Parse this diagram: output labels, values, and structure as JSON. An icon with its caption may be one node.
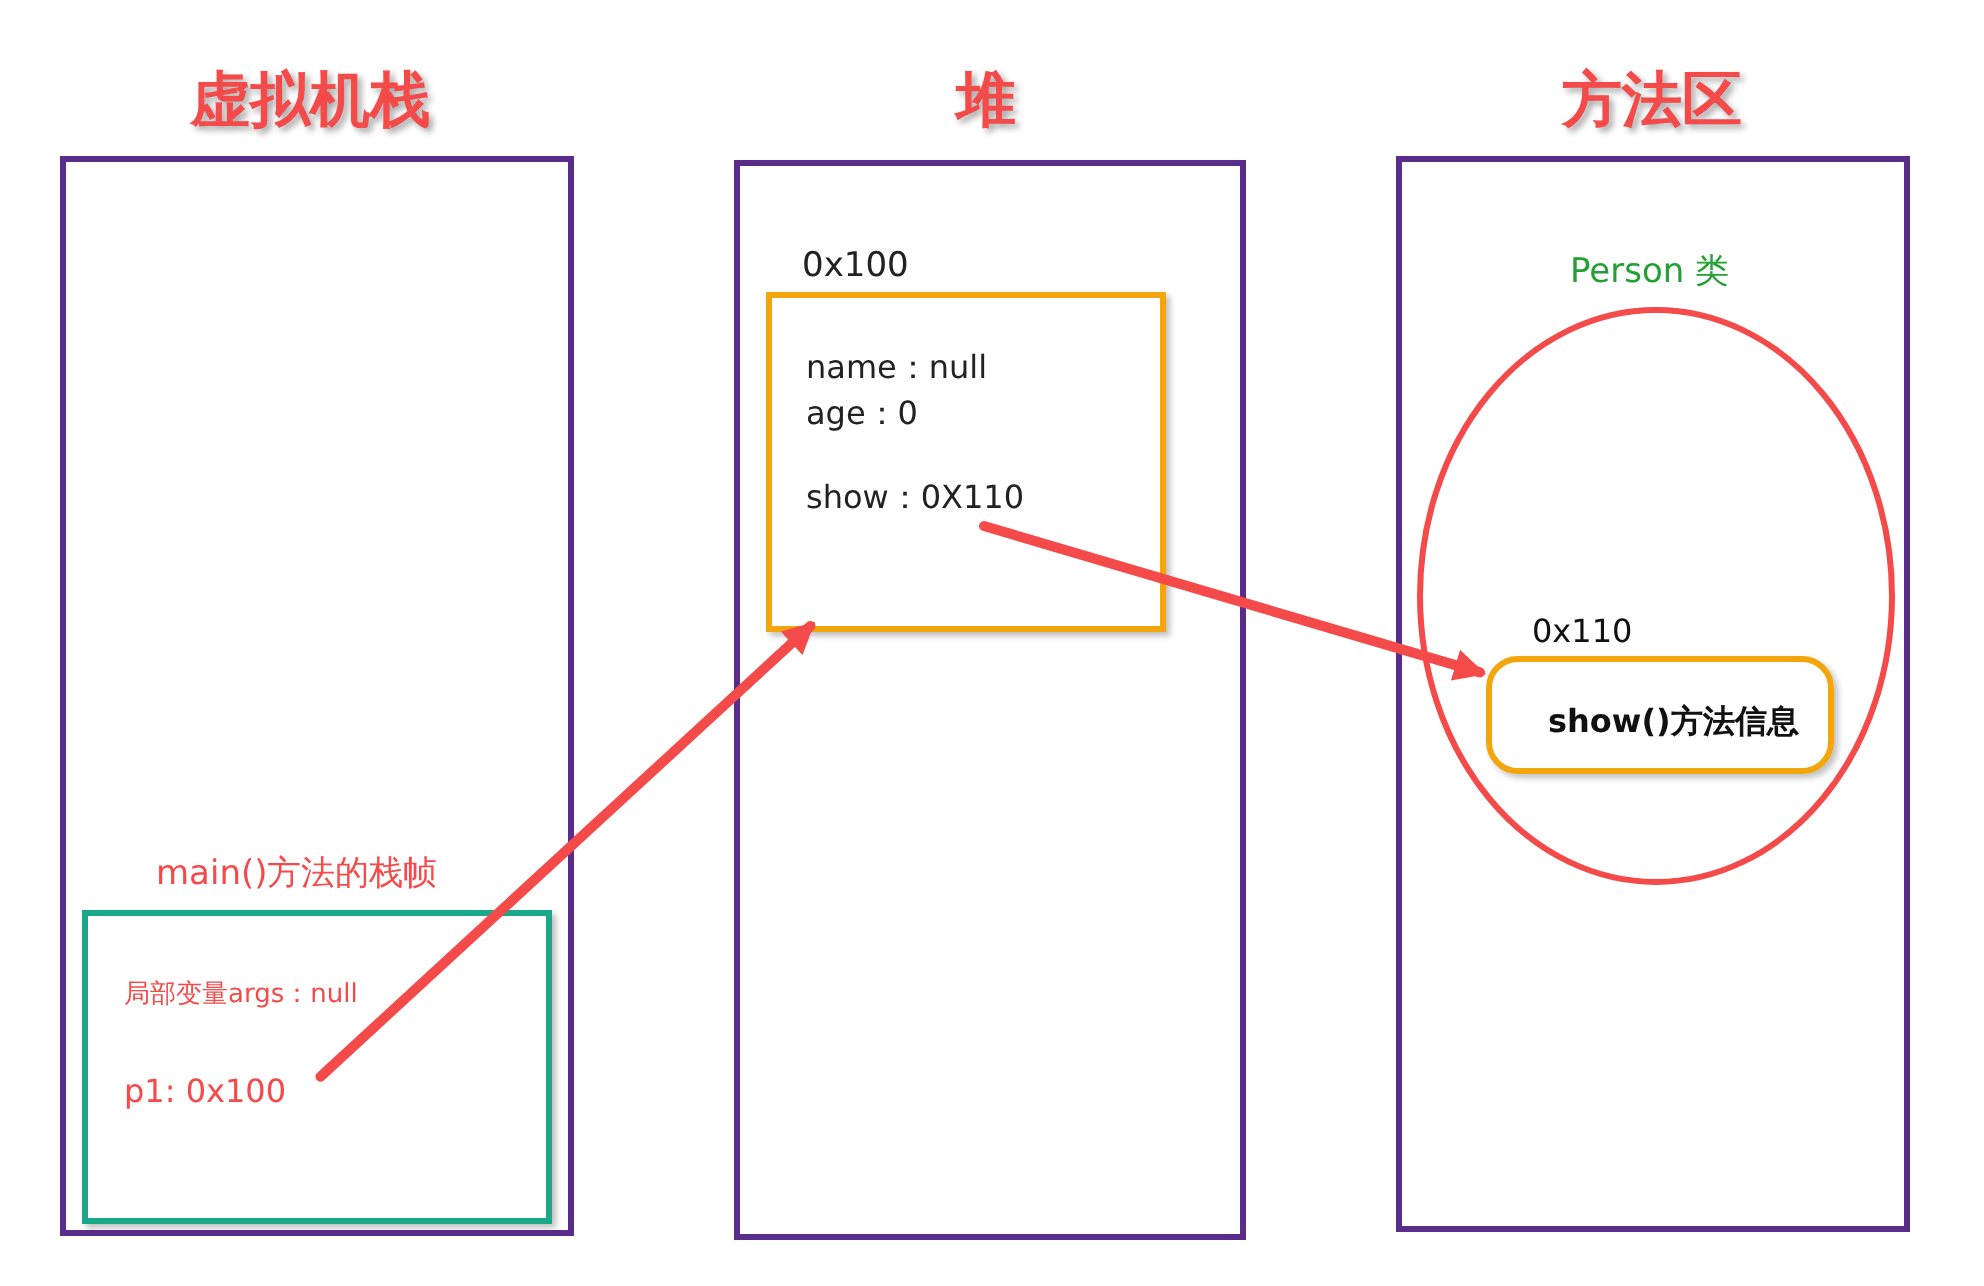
{
  "diagram": {
    "nodes": [
      {
        "text": [
          "虚拟机栈"
        ]
      },
      {
        "text": [
          "main()方法的栈帧",
          "局部变量args：null",
          "p1: 0x100"
        ],
        "in": 0
      },
      {
        "text": [
          "堆"
        ]
      },
      {
        "text": [
          "0x100",
          "name：null",
          "age：0",
          "show：0X110"
        ],
        "in": 2
      },
      {
        "text": [
          "方法区"
        ]
      },
      {
        "text": [
          "Person 类"
        ],
        "in": 4
      },
      {
        "text": [
          "0x110",
          "show()方法信息"
        ],
        "in": 5
      }
    ],
    "edges": [
      {
        "from": 1,
        "to": 3,
        "arrow": "to"
      },
      {
        "from": 3,
        "to": 6,
        "arrow": "to"
      }
    ]
  }
}
